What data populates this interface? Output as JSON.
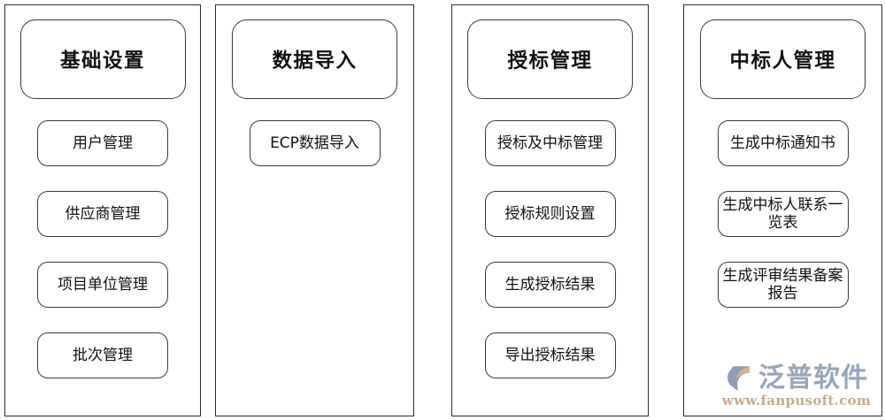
{
  "diagram": {
    "type": "module-structure",
    "columns": [
      {
        "id": "basic-settings",
        "header": "基础设置",
        "items": [
          "用户管理",
          "供应商管理",
          "项目单位管理",
          "批次管理"
        ]
      },
      {
        "id": "data-import",
        "header": "数据导入",
        "items": [
          "ECP数据导入"
        ]
      },
      {
        "id": "award-management",
        "header": "授标管理",
        "items": [
          "授标及中标管理",
          "授标规则设置",
          "生成授标结果",
          "导出授标结果"
        ]
      },
      {
        "id": "winner-management",
        "header": "中标人管理",
        "items": [
          "生成中标通知书",
          "生成中标人联系一览表",
          "生成评审结果备案报告"
        ]
      }
    ]
  },
  "watermark": {
    "brand": "泛普软件",
    "url": "www.fanpusoft.com",
    "logo_icon": "fanpu-hexagon-logo",
    "brand_color": "#9aa5b8",
    "url_color": "#c9a98f",
    "accent_color": "#d9b48a"
  }
}
